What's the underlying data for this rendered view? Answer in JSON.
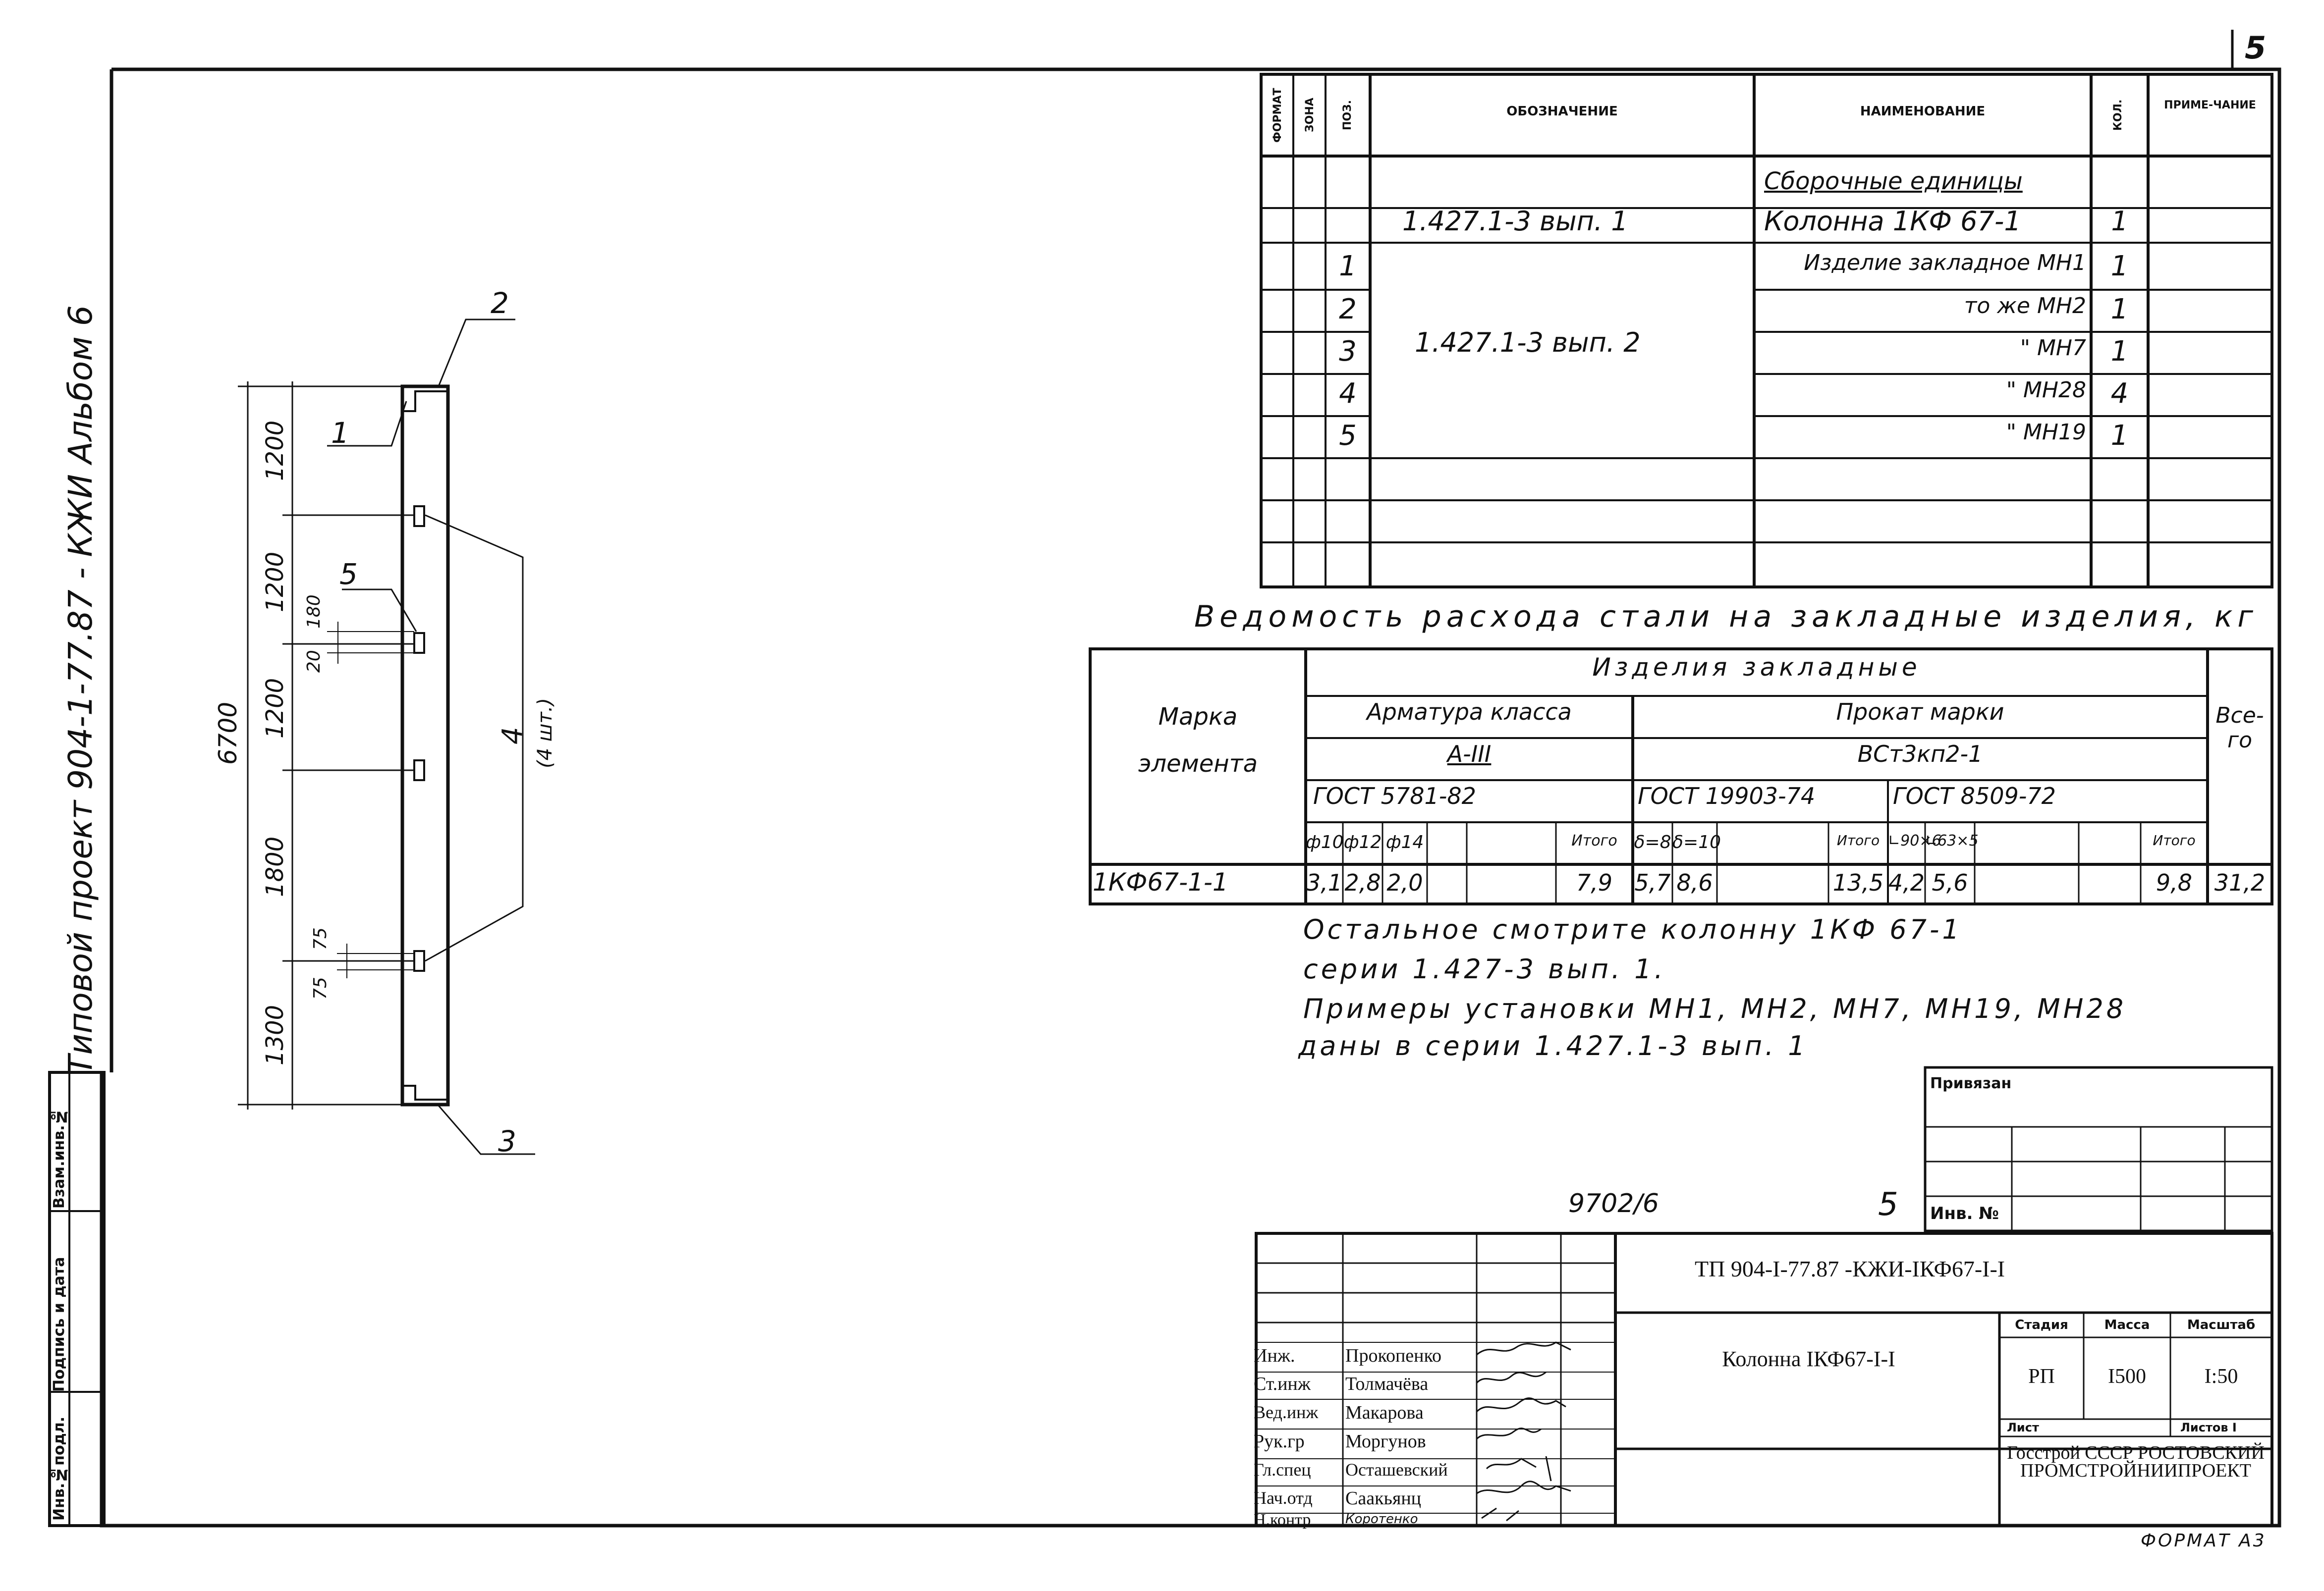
{
  "sheet_number": "5",
  "album_title": "Типовой проект 904-1-77.87 - КЖИ Альбом 6",
  "side_stamp": {
    "col1": "Инв.№подл.",
    "col2": "Подпись и дата",
    "col3": "Взам.инв.№"
  },
  "spec_table": {
    "headers": {
      "format": "ФОРМАТ",
      "zone": "ЗОНА",
      "pos": "ПОЗ.",
      "designation": "ОБОЗНАЧЕНИЕ",
      "name": "НАИМЕНОВАНИЕ",
      "qty": "КОЛ.",
      "note": "ПРИМЕ-ЧАНИЕ"
    },
    "section": "Сборочные единицы",
    "row_column": {
      "designation": "1.427.1-3 вып. 1",
      "name": "Колонна 1КФ 67-1",
      "qty": "1"
    },
    "group_designation": "1.427.1-3 вып. 2",
    "rows": [
      {
        "pos": "1",
        "name": "Изделие закладное МН1",
        "qty": "1"
      },
      {
        "pos": "2",
        "name": "то же МН2",
        "qty": "1"
      },
      {
        "pos": "3",
        "name": "\" МН7",
        "qty": "1"
      },
      {
        "pos": "4",
        "name": "\" МН28",
        "qty": "4"
      },
      {
        "pos": "5",
        "name": "\" МН19",
        "qty": "1"
      }
    ]
  },
  "steel_title": "Ведомость расхода стали на закладные изделия, кг",
  "steel_table": {
    "mark_header": "Марка элемента",
    "group": "Изделия закладные",
    "rebar_class": "Арматура класса",
    "rebar_grade": "А-III",
    "rebar_gost": "ГОСТ 5781-82",
    "rolled": "Прокат марки",
    "rolled_grade": "ВСт3кп2-1",
    "rolled_gost1": "ГОСТ 19903-74",
    "rolled_gost2": "ГОСТ 8509-72",
    "total_header": "Все-го",
    "sub": [
      "ф10",
      "ф12",
      "ф14",
      "",
      "Итого",
      "δ=8",
      "δ=10",
      "",
      "Итого",
      "∟90×6",
      "∟63×5",
      "",
      "",
      "Итого"
    ],
    "row": {
      "mark": "1КФ67-1-1",
      "values": [
        "3,1",
        "2,8",
        "2,0",
        "",
        "7,9",
        "5,7",
        "8,6",
        "",
        "13,5",
        "4,2",
        "5,6",
        "",
        "",
        "9,8"
      ],
      "total": "31,2"
    }
  },
  "notes": [
    "Остальное смотрите колонну 1КФ 67-1",
    "серии 1.427-3 вып. 1.",
    "Примеры установки МН1, МН2, МН7, МН19, МН28",
    "даны в серии 1.427.1-3 вып. 1"
  ],
  "drawing": {
    "overall": "6700",
    "dims": [
      "1200",
      "1200",
      "1200",
      "1800",
      "1300"
    ],
    "small_dims": [
      "180",
      "20",
      "75",
      "75"
    ],
    "callouts": [
      "1",
      "2",
      "3",
      "5",
      "4"
    ],
    "callout_qty": "(4 шт.)"
  },
  "bound_box": {
    "label": "Привязан",
    "inv": "Инв. №"
  },
  "stamp": {
    "doc_no": "9702/6",
    "sheet": "5",
    "code": "ТП 904-I-77.87 -КЖИ-IКФ67-I-I",
    "title": "Колонна IКФ67-I-I",
    "stage_h": "Стадия",
    "mass_h": "Масса",
    "scale_h": "Масштаб",
    "stage": "РП",
    "mass": "I500",
    "scale": "I:50",
    "sheet_h": "Лист",
    "sheets_h": "Листов I",
    "org": "Госстрой СССР РОСТОВСКИЙ ПРОМСТРОЙНИИПРОЕКТ",
    "people": [
      {
        "role": "Инж.",
        "name": "Прокопенко"
      },
      {
        "role": "Ст.инж",
        "name": "Толмачёва"
      },
      {
        "role": "Вед.инж",
        "name": "Макарова"
      },
      {
        "role": "Рук.гр",
        "name": "Моргунов"
      },
      {
        "role": "Гл.спец",
        "name": "Осташевский"
      },
      {
        "role": "Нач.отд",
        "name": "Саакьянц"
      },
      {
        "role": "Н.контр",
        "name": "Коротенко"
      }
    ]
  },
  "format": "ФОРМАТ А3"
}
